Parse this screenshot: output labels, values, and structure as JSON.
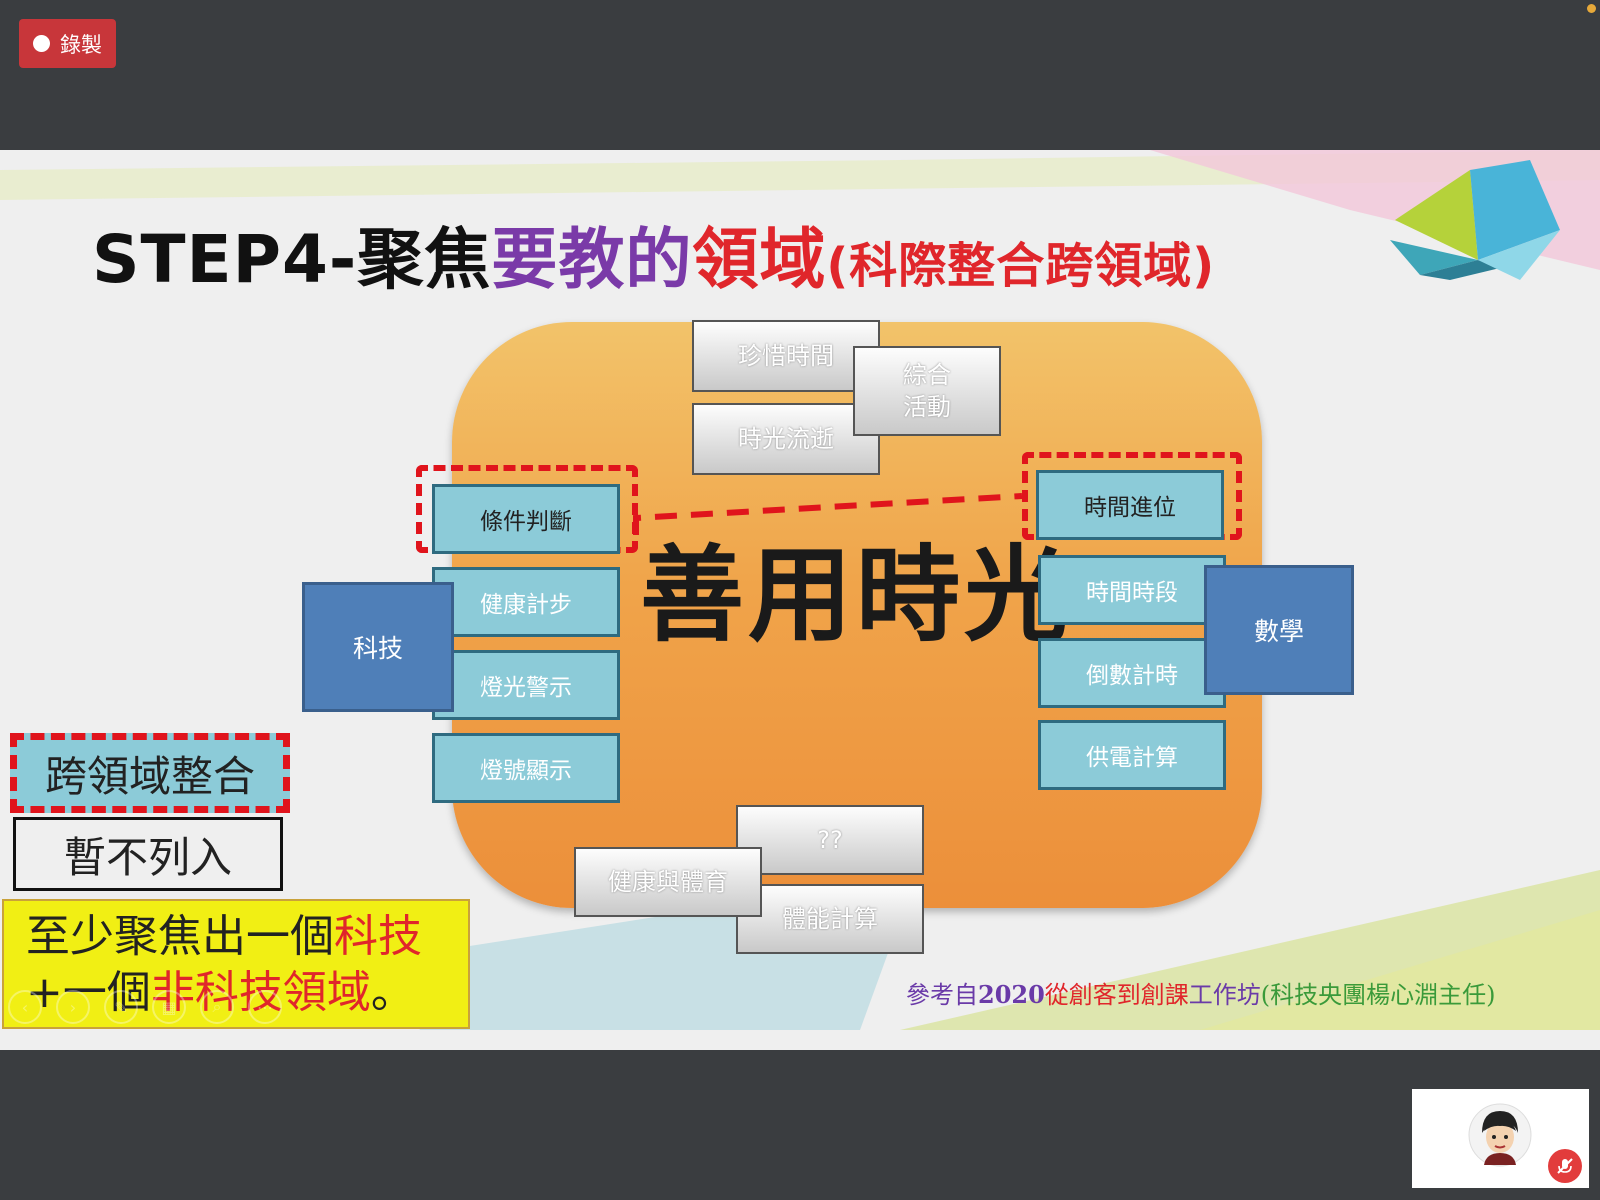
{
  "recording": {
    "label": "錄製",
    "color": "#c8363a"
  },
  "slide": {
    "title": {
      "part1": "STEP4-聚焦",
      "part2": "要教的",
      "part3": "領域",
      "part4": "(科際整合跨領域)"
    },
    "center_text": "善用時光",
    "top_boxes": {
      "cherish_time": "珍惜時間",
      "time_flow": "時光流逝",
      "integrated_activity": "綜合\n活動"
    },
    "left_column": {
      "condition": "條件判斷",
      "health_steps": "健康計步",
      "light_warning": "燈光警示",
      "light_display": "燈號顯示",
      "tech": "科技"
    },
    "right_column": {
      "time_carry": "時間進位",
      "time_period": "時間時段",
      "countdown": "倒數計時",
      "power_calc": "供電計算",
      "math": "數學"
    },
    "bottom_boxes": {
      "unknown": "??",
      "health_pe": "健康與體育",
      "fitness_calc": "體能計算"
    },
    "legend": {
      "cross_domain": "跨領域整合",
      "exclude": "暫不列入"
    },
    "note": {
      "line1_a": "至少聚焦出一個",
      "line1_b": "科技",
      "line2_a": "+一個",
      "line2_b": "非科技領域",
      "line2_c": "。"
    },
    "credit": {
      "a": "參考自",
      "b": "2020",
      "c": "從創客到創課",
      "d": "工作坊",
      "e": "(科技央團楊心淵主任)"
    }
  },
  "colors": {
    "orange": "#f0a44a",
    "teal": "#8ccbd8",
    "blue": "#4f7fb8",
    "dash_red": "#e0141c",
    "yellow": "#f1ef14"
  }
}
